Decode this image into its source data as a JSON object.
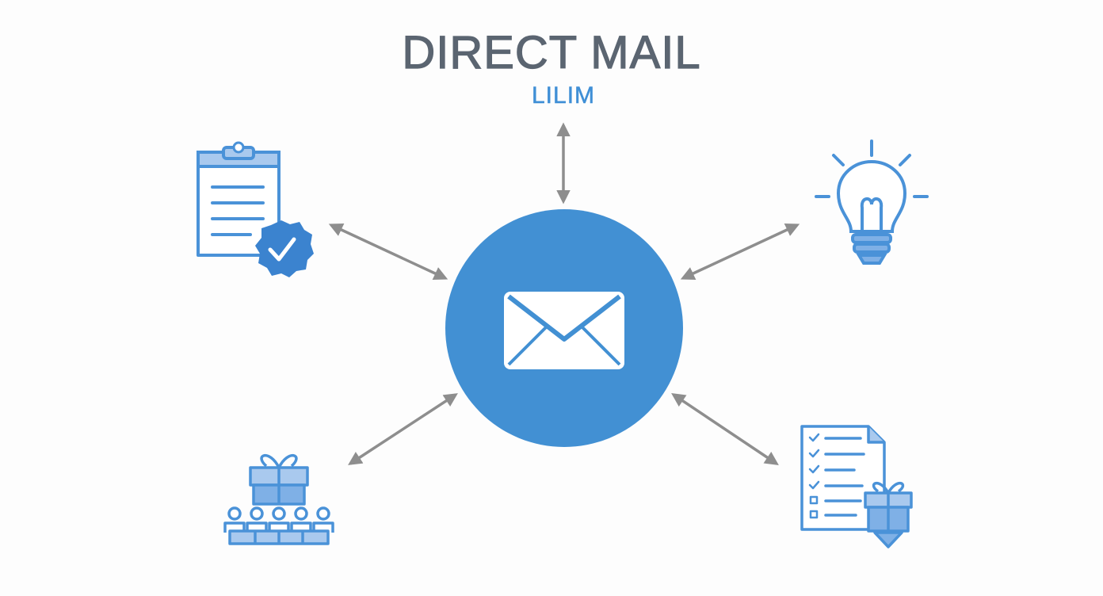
{
  "header": {
    "title": "DIRECT MAIL",
    "subtitle": "LILIM"
  },
  "colors": {
    "hub": "#4290d3",
    "icon_stroke": "#4a92d8",
    "icon_fill_light": "#a9c9ee",
    "icon_fill_mid": "#7fb0e6",
    "arrow": "#8e8e8e",
    "title": "#5b6571",
    "subtitle": "#3f8fd6"
  },
  "hub": {
    "icon": "envelope-icon"
  },
  "nodes": [
    {
      "id": "top-left",
      "icon": "clipboard-check-icon"
    },
    {
      "id": "top-right",
      "icon": "lightbulb-icon"
    },
    {
      "id": "bottom-left",
      "icon": "gifts-audience-icon"
    },
    {
      "id": "bottom-right",
      "icon": "checklist-gift-icon"
    }
  ]
}
